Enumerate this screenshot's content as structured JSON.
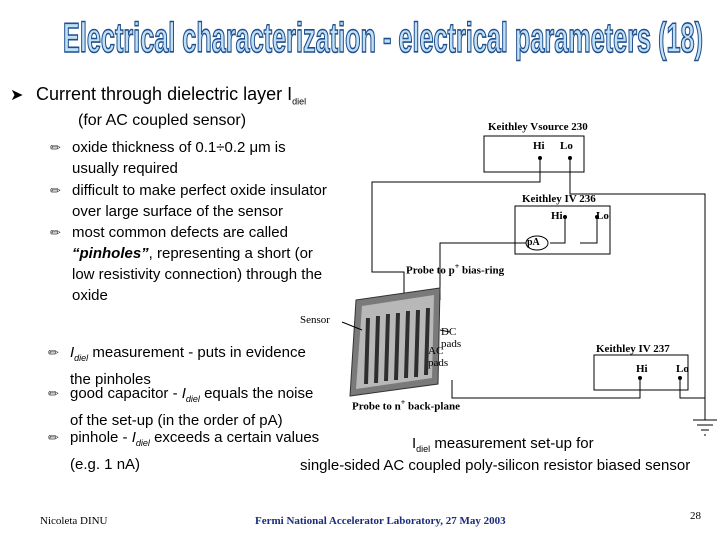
{
  "title": "Electrical characterization - electrical parameters (18)",
  "main_bullet": {
    "text": "Current through dielectric layer I",
    "sub": "diel"
  },
  "subheading": "(for AC coupled sensor)",
  "bullets_top": [
    {
      "lines": [
        "oxide thickness of 0.1÷0.2 μm is",
        "usually required"
      ]
    },
    {
      "lines": [
        "difficult to make perfect oxide insulator",
        "over large surface of the sensor"
      ]
    },
    {
      "lines": [
        "most common defects are called"
      ],
      "bold_italic": "“pinholes”",
      "rest": ", representing a short (or",
      "extra_lines": [
        "low resistivity connection) through the",
        "oxide"
      ]
    }
  ],
  "bullets_bottom": [
    {
      "prefix_italic": "I",
      "prefix_sub": "diel",
      "text": " measurement - puts in evidence",
      "line2": "the pinholes"
    },
    {
      "text_a": "good capacitor - ",
      "prefix_italic": "I",
      "prefix_sub": "diel",
      "text_b": " equals the noise",
      "line2": "of the set-up (in the order of pA)"
    },
    {
      "text_a": "pinhole - ",
      "prefix_italic": "I",
      "prefix_sub": "diel",
      "text_b": " exceeds a certain values",
      "line2": "(e.g. 1 nA)"
    }
  ],
  "diagram": {
    "vsource": "Keithley Vsource 230",
    "hi": "Hi",
    "lo": "Lo",
    "iv236": "Keithley IV 236",
    "pa": "pA",
    "probe_p": "Probe to p",
    "probe_p_sup": "+",
    "probe_p_rest": " bias-ring",
    "sensor": "Sensor",
    "dc_pads": "DC\npads",
    "ac_pads": "AC\npads",
    "iv237": "Keithley IV 237",
    "probe_n": "Probe to n",
    "probe_n_sup": "+",
    "probe_n_rest": " back-plane"
  },
  "caption": {
    "line1_a": "I",
    "line1_sub": "diel",
    "line1_b": " measurement set-up for",
    "line2": "single-sided AC coupled poly-silicon resistor biased sensor"
  },
  "footer": {
    "author": "Nicoleta DINU",
    "lab": "Fermi National Accelerator Laboratory, 27 May 2003",
    "page": "28"
  }
}
